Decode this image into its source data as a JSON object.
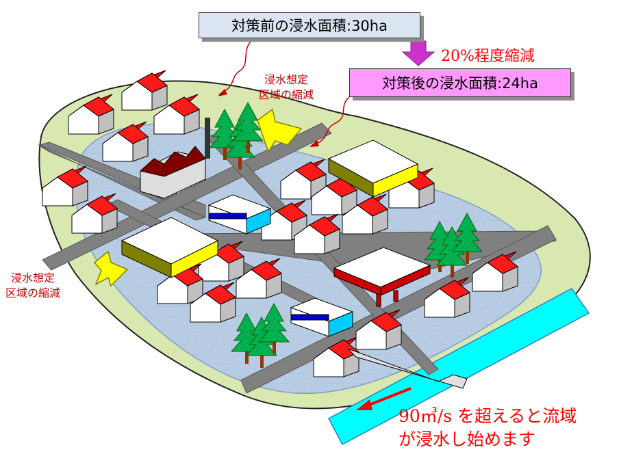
{
  "before_box": {
    "text": "対策前の浸水面積:30ha"
  },
  "after_box": {
    "text": "対策後の浸水面積:24ha"
  },
  "reduction_label": "20%程度縮減",
  "label_top": {
    "line1": "浸水想定",
    "line2": "区域の縮減"
  },
  "label_left": {
    "line1": "浸水想定",
    "line2": "区域の縮減"
  },
  "bottom_note": {
    "line1": "90㎥/s を超えると流域",
    "line2": "が浸水し始めます"
  },
  "colors": {
    "green_area": "#d9e8b0",
    "flood_area": "#b8cce4",
    "road": "#808080",
    "roof": "#ff0000",
    "river": "#00ffff",
    "arrow_yellow": "#ffff00",
    "arrow_magenta": "#cc33cc",
    "red_text": "#ff0000"
  }
}
